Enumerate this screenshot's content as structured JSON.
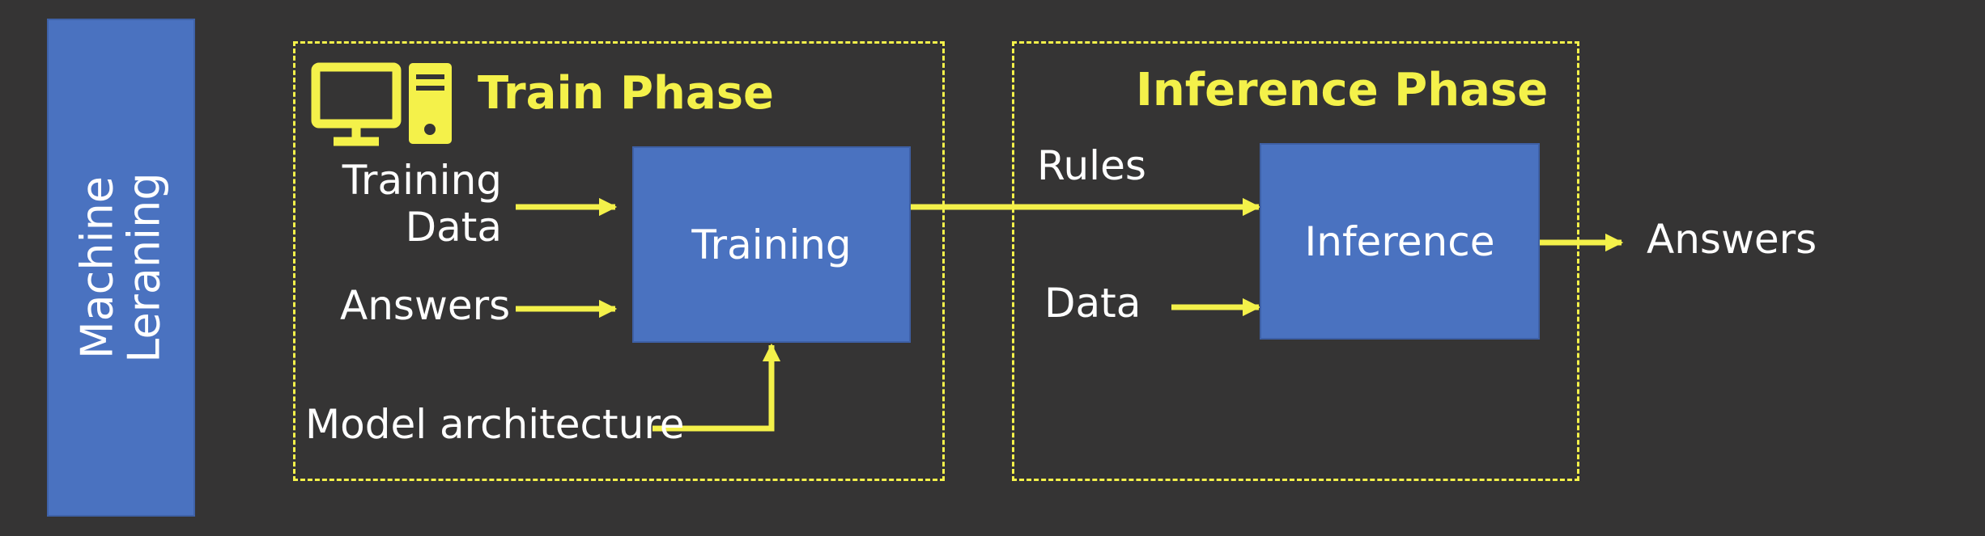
{
  "side_panel": {
    "line1": "Machine",
    "line2": "Leraning"
  },
  "train_phase": {
    "title": "Train Phase",
    "inputs": {
      "training_data_line1": "Training",
      "training_data_line2": "Data",
      "answers": "Answers",
      "model_architecture": "Model architecture"
    },
    "process": "Training"
  },
  "inference_phase": {
    "title": "Inference Phase",
    "inputs": {
      "rules": "Rules",
      "data": "Data"
    },
    "process": "Inference",
    "output": "Answers"
  },
  "colors": {
    "background": "#353434",
    "box_fill": "#4A72C0",
    "accent": "#F4F14A",
    "text": "#FFFFFF"
  },
  "icons": [
    "computer-monitor-icon",
    "pc-tower-icon"
  ]
}
